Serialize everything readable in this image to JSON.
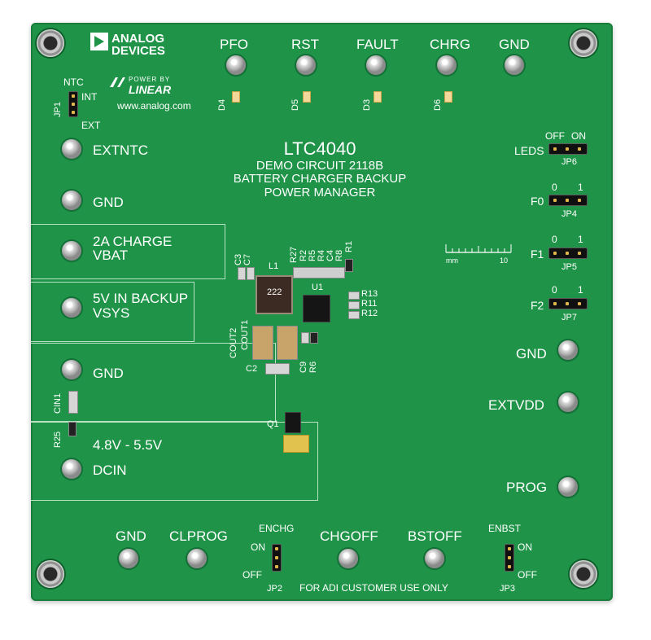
{
  "logo": {
    "analog_line1": "ANALOG",
    "analog_line2": "DEVICES",
    "power_by": "POWER BY",
    "linear": "LINEAR",
    "website": "www.analog.com"
  },
  "title": {
    "part": "LTC4040",
    "line2": "DEMO CIRCUIT 2118B",
    "line3": "BATTERY CHARGER BACKUP",
    "line4": "POWER MANAGER"
  },
  "top_testpoints": [
    "PFO",
    "RST",
    "FAULT",
    "CHRG",
    "GND"
  ],
  "leds": [
    "D4",
    "D5",
    "D3",
    "D6"
  ],
  "left_labels": {
    "jp1": "JP1",
    "ntc": "NTC",
    "int": "INT",
    "ext": "EXT",
    "extntc": "EXTNTC",
    "gnd1": "GND",
    "vbat_l1": "2A CHARGE",
    "vbat_l2": "VBAT",
    "vsys_l1": "5V IN BACKUP",
    "vsys_l2": "VSYS",
    "gnd2": "GND",
    "cin1": "CIN1",
    "r25": "R25",
    "dcin_range": "4.8V - 5.5V",
    "dcin": "DCIN"
  },
  "right_jumpers": [
    {
      "label": "LEDS",
      "off": "OFF",
      "on": "ON",
      "ref": "JP6"
    },
    {
      "label": "F0",
      "off": "0",
      "on": "1",
      "ref": "JP4"
    },
    {
      "label": "F1",
      "off": "0",
      "on": "1",
      "ref": "JP5"
    },
    {
      "label": "F2",
      "off": "0",
      "on": "1",
      "ref": "JP7"
    }
  ],
  "right_testpoints": [
    "GND",
    "EXTVDD",
    "PROG"
  ],
  "ruler": {
    "mm": "mm",
    "ten": "10"
  },
  "bottom_testpoints": [
    "GND",
    "CLPROG",
    "CHGOFF",
    "BSTOFF"
  ],
  "bottom_jumpers": {
    "enchg": "ENCHG",
    "enchg_on": "ON",
    "enchg_off": "OFF",
    "jp2": "JP2",
    "enbst": "ENBST",
    "enbst_on": "ON",
    "enbst_off": "OFF",
    "jp3": "JP3"
  },
  "customer_note": "FOR ADI CUSTOMER USE ONLY",
  "refdes": {
    "c3": "C3",
    "c7": "C7",
    "l1": "L1",
    "r27": "R27",
    "r2": "R2",
    "r5": "R5",
    "r4": "R4",
    "c4": "C4",
    "r8": "R8",
    "r1": "R1",
    "u1": "U1",
    "r13": "R13",
    "r11": "R11",
    "r12": "R12",
    "cout2": "COUT2",
    "cout1": "COUT1",
    "c2": "C2",
    "c9": "C9",
    "r6": "R6",
    "q1": "Q1",
    "inductor_mark": "222"
  },
  "colors": {
    "board": "#1f9448",
    "silkscreen": "#ffffff",
    "copper_outline": "#b7e3c4"
  }
}
